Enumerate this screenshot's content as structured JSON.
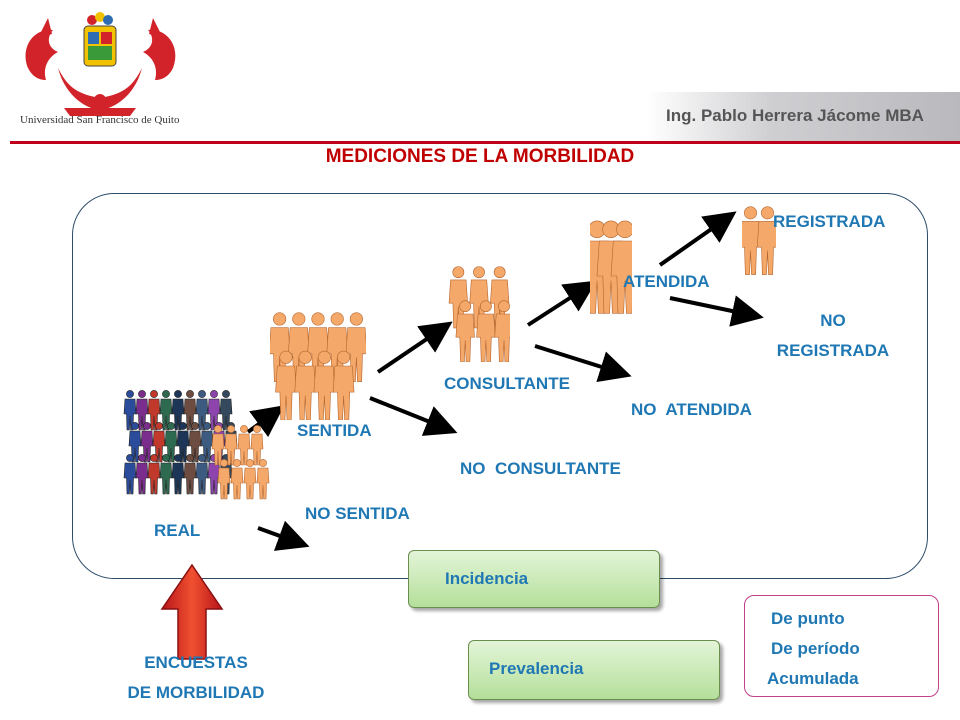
{
  "header": {
    "university": "Universidad San Francisco de Quito",
    "author": "Ing. Pablo Herrera Jácome MBA"
  },
  "title": "MEDICIONES DE LA MORBILIDAD",
  "diagram": {
    "real": "REAL",
    "sentida": "SENTIDA",
    "no_sentida": "NO SENTIDA",
    "consultante": "CONSULTANTE",
    "no_consultante": "NO  CONSULTANTE",
    "atendida": "ATENDIDA",
    "no_atendida": "NO  ATENDIDA",
    "registrada": "REGISTRADA",
    "no_registrada_1": "NO",
    "no_registrada_2": "REGISTRADA"
  },
  "survey": {
    "line1": "ENCUESTAS",
    "line2": "DE MORBILIDAD"
  },
  "measures": {
    "incidencia": "Incidencia",
    "prevalencia": "Prevalencia"
  },
  "types": [
    "De punto",
    "De período",
    "Acumulada"
  ],
  "colors": {
    "title": "#c00000",
    "label": "#1f78b4",
    "rule": "#c0001a",
    "figure": "#f4a96a",
    "arrow_red": "#e03020"
  }
}
